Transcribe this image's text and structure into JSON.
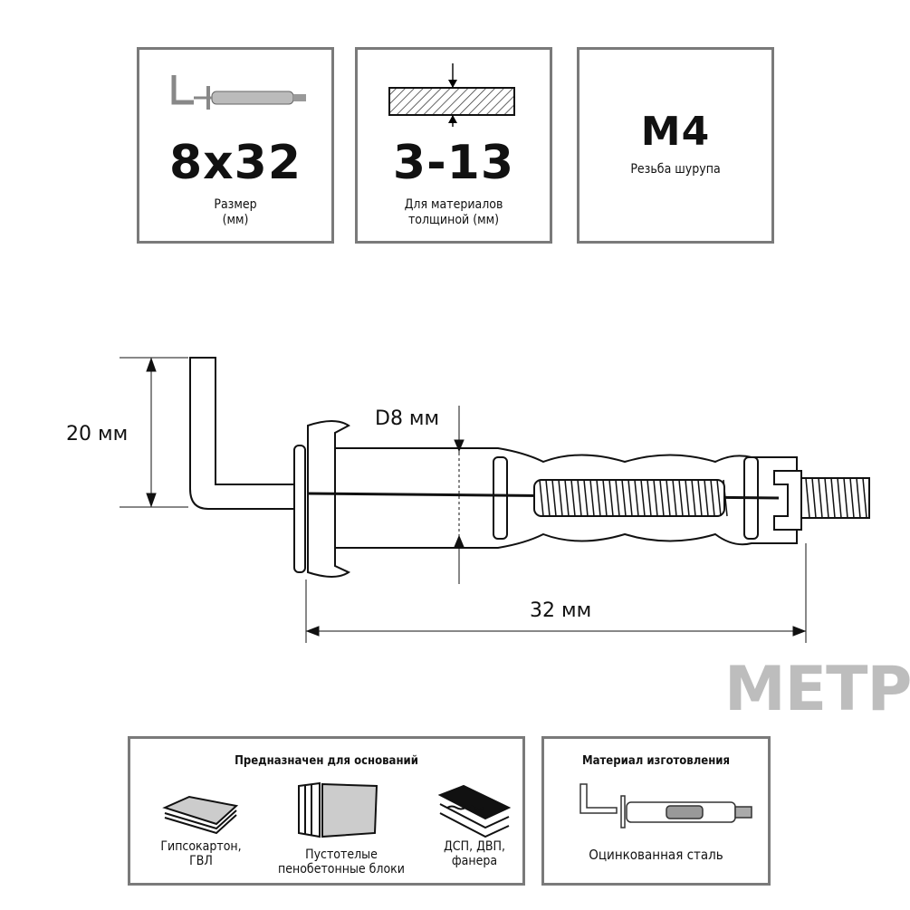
{
  "specs": [
    {
      "value": "8x32",
      "caption_line1": "Размер",
      "caption_line2": "(мм)"
    },
    {
      "value": "3-13",
      "caption_line1": "Для материалов",
      "caption_line2": "толщиной (мм)"
    },
    {
      "value": "M4",
      "caption_line1": "Резьба шурупа"
    }
  ],
  "dimensions": {
    "height": "20 мм",
    "diameter": "D8 мм",
    "length": "32 мм"
  },
  "logo": "МЕТР",
  "bases": {
    "title": "Предназначен для оснований",
    "items": [
      {
        "line1": "Гипсокартон,",
        "line2": "ГВЛ"
      },
      {
        "line1": "Пустотелые",
        "line2": "пенобетонные блоки"
      },
      {
        "line1": "ДСП, ДВП,",
        "line2": "фанера"
      }
    ]
  },
  "material": {
    "title": "Материал изготовления",
    "value": "Оцинкованная сталь"
  }
}
